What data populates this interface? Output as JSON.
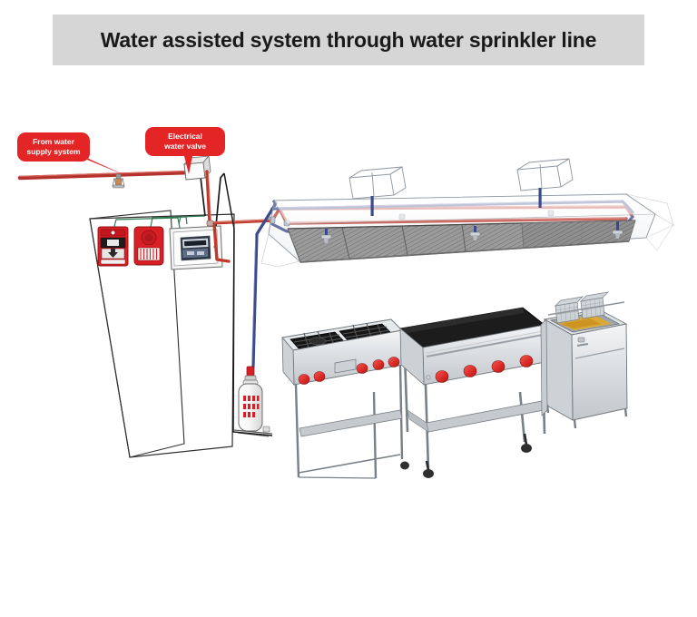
{
  "title": {
    "text": "Water assisted system through water sprinkler line",
    "band_color": "#d6d6d6",
    "text_color": "#1a1a1a"
  },
  "callouts": [
    {
      "name": "from-water-supply-system",
      "line1": "From water",
      "line2": "supply system",
      "color": "#e32526",
      "text_color": "#ffffff"
    },
    {
      "name": "electrical-water-valve",
      "line1": "Electrical",
      "line2": "water valve",
      "color": "#e32526",
      "text_color": "#ffffff"
    }
  ],
  "palette": {
    "water_pipe_red": "#c0392b",
    "supply_line_red": "#b5332e",
    "pipe_blue": "#3a4a8c",
    "device_red": "#d81f26",
    "panel_grey": "#f2f2f2",
    "stainless": "#d9dcdf",
    "stainless_dark": "#b9bec3",
    "griddle_black": "#1c1c1c",
    "knob_red": "#e03030",
    "outline": "#3a3a3a",
    "hood_glass": "#9aa3ad",
    "filter_grey": "#9b9b9b",
    "signal_wire_green": "#2f7a4f",
    "conduit_black": "#1a1a1a",
    "oil_yellow": "#e0a92a",
    "background": "#ffffff"
  },
  "components": [
    {
      "name": "water-supply-line",
      "label": "From water supply system"
    },
    {
      "name": "sprinkler-head",
      "label": "Sprinkler head"
    },
    {
      "name": "electrical-water-valve",
      "label": "Electrical water valve"
    },
    {
      "name": "manual-pull-station",
      "label": "Manual pull station"
    },
    {
      "name": "alarm-horn-strobe",
      "label": "Alarm horn strobe"
    },
    {
      "name": "control-panel",
      "label": "Control panel"
    },
    {
      "name": "gas-cylinder",
      "label": "Suppression agent cylinder"
    },
    {
      "name": "extraction-hood",
      "label": "Extraction hood canopy"
    },
    {
      "name": "hood-filters",
      "label": "Grease filters"
    },
    {
      "name": "duct-collar",
      "label": "Duct collar"
    },
    {
      "name": "nozzle-drop",
      "label": "Nozzle drop"
    },
    {
      "name": "gas-range",
      "label": "Gas range with burners"
    },
    {
      "name": "griddle",
      "label": "Flat top griddle"
    },
    {
      "name": "deep-fryer",
      "label": "Deep fryer with baskets"
    }
  ]
}
